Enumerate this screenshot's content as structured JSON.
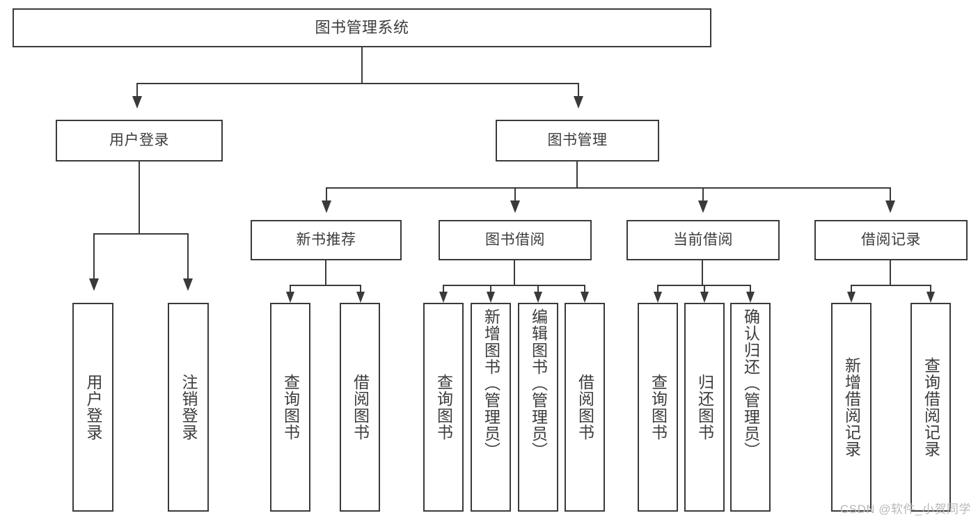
{
  "diagram": {
    "type": "tree-hierarchy-chart",
    "title": "图书管理系统",
    "watermark": "CSDN @软件_小贺同学",
    "colors": {
      "background": "#ffffff",
      "box_border": "#3a3a3a",
      "box_fill": "#ffffff",
      "text": "#3c3c3c",
      "connector": "#3a3a3a",
      "watermark": "#b8b8b8"
    },
    "levels": {
      "level1": [
        {
          "id": "root",
          "label": "图书管理系统"
        }
      ],
      "level2": [
        {
          "id": "user-login",
          "label": "用户登录"
        },
        {
          "id": "book-manage",
          "label": "图书管理"
        }
      ],
      "level3": [
        {
          "id": "new-book-recommend",
          "label": "新书推荐"
        },
        {
          "id": "book-borrow",
          "label": "图书借阅"
        },
        {
          "id": "current-borrow",
          "label": "当前借阅"
        },
        {
          "id": "borrow-record",
          "label": "借阅记录"
        }
      ],
      "level4": {
        "user-login": [
          {
            "id": "leaf-user-login",
            "label": "用户登录"
          },
          {
            "id": "leaf-logout-login",
            "label": "注销登录"
          }
        ],
        "new-book-recommend": [
          {
            "id": "leaf-query-book-1",
            "label": "查询图书"
          },
          {
            "id": "leaf-borrow-book-1",
            "label": "借阅图书"
          }
        ],
        "book-borrow": [
          {
            "id": "leaf-query-book-2",
            "label": "查询图书"
          },
          {
            "id": "leaf-add-book",
            "label": "新增图书（管理员）"
          },
          {
            "id": "leaf-edit-book",
            "label": "编辑图书（管理员）"
          },
          {
            "id": "leaf-borrow-book-2",
            "label": "借阅图书"
          }
        ],
        "current-borrow": [
          {
            "id": "leaf-query-book-3",
            "label": "查询图书"
          },
          {
            "id": "leaf-return-book",
            "label": "归还图书"
          },
          {
            "id": "leaf-confirm-return",
            "label": "确认归还（管理员）"
          }
        ],
        "borrow-record": [
          {
            "id": "leaf-add-record",
            "label": "新增借阅记录"
          },
          {
            "id": "leaf-query-record",
            "label": "查询借阅记录"
          }
        ]
      }
    }
  }
}
